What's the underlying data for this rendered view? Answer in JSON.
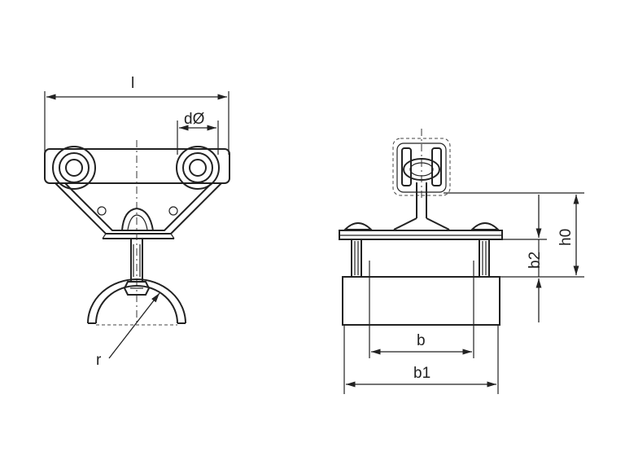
{
  "labels": {
    "length": "l",
    "wheel_diameter": "dØ",
    "radius": "r",
    "height_total": "h0",
    "height_b2": "b2",
    "width_b": "b",
    "width_b1": "b1"
  }
}
